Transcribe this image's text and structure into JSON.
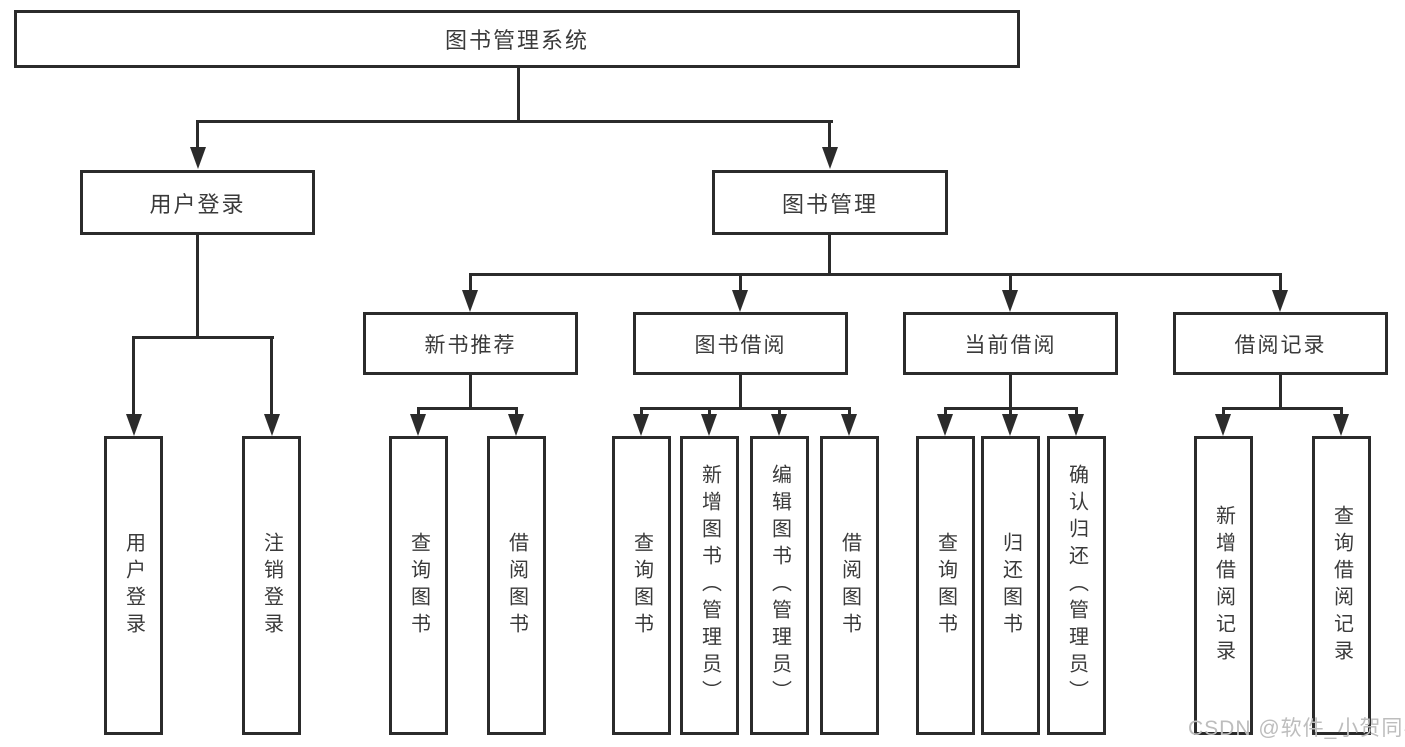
{
  "root": {
    "label": "图书管理系统"
  },
  "level1": [
    {
      "label": "用户登录"
    },
    {
      "label": "图书管理"
    }
  ],
  "level2": [
    {
      "label": "新书推荐"
    },
    {
      "label": "图书借阅"
    },
    {
      "label": "当前借阅"
    },
    {
      "label": "借阅记录"
    }
  ],
  "leaves": {
    "login": [
      "用户登录",
      "注销登录"
    ],
    "recommend": [
      "查询图书",
      "借阅图书"
    ],
    "borrow": [
      "查询图书",
      "新增图书（管理员）",
      "编辑图书（管理员）",
      "借阅图书"
    ],
    "current": [
      "查询图书",
      "归还图书",
      "确认归还（管理员）"
    ],
    "records": [
      "新增借阅记录",
      "查询借阅记录"
    ]
  },
  "watermark": {
    "text": "CSDN @软件_小贺同学"
  },
  "colors": {
    "line": "#2b2b2b",
    "text": "#3a3a3a",
    "watermark": "#bdbdbd",
    "background": "#ffffff"
  }
}
